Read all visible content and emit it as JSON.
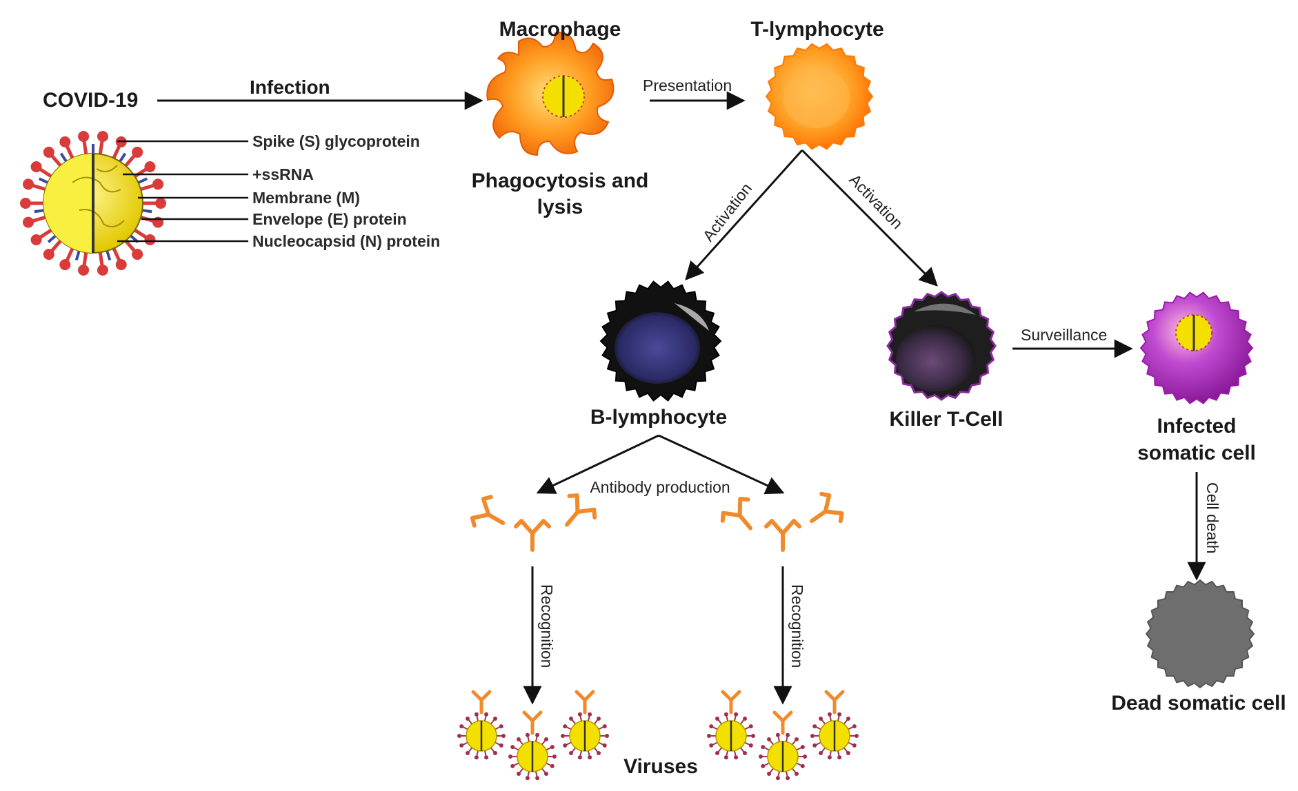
{
  "nodes": {
    "covid": "COVID-19",
    "macrophage": "Macrophage",
    "phagocytosis_line1": "Phagocytosis and",
    "phagocytosis_line2": "lysis",
    "t_lymphocyte": "T-lymphocyte",
    "b_lymphocyte": "B-lymphocyte",
    "killer_t": "Killer T-Cell",
    "infected_line1": "Infected",
    "infected_line2": "somatic cell",
    "dead": "Dead somatic cell",
    "viruses": "Viruses"
  },
  "virus_parts": [
    "Spike (S) glycoprotein",
    "+ssRNA",
    "Membrane (M)",
    "Envelope  (E) protein",
    "Nucleocapsid (N) protein"
  ],
  "edges": {
    "infection": "Infection",
    "presentation": "Presentation",
    "activation_left": "Activation",
    "activation_right": "Activation",
    "surveillance": "Surveillance",
    "antibody_production": "Antibody  production",
    "recognition_left": "Recognition",
    "recognition_right": "Recognition",
    "cell_death": "Cell death"
  },
  "colors": {
    "virus_body": "#f5e400",
    "spike": "#d93a3a",
    "macrophage": "#ff8a1a",
    "t_cell": "#ff9a1f",
    "b_cell": "#2e2e6b",
    "killer": "#222222",
    "infected": "#b02cc4",
    "dead": "#6e6e6e",
    "antibody": "#f08a2a"
  }
}
